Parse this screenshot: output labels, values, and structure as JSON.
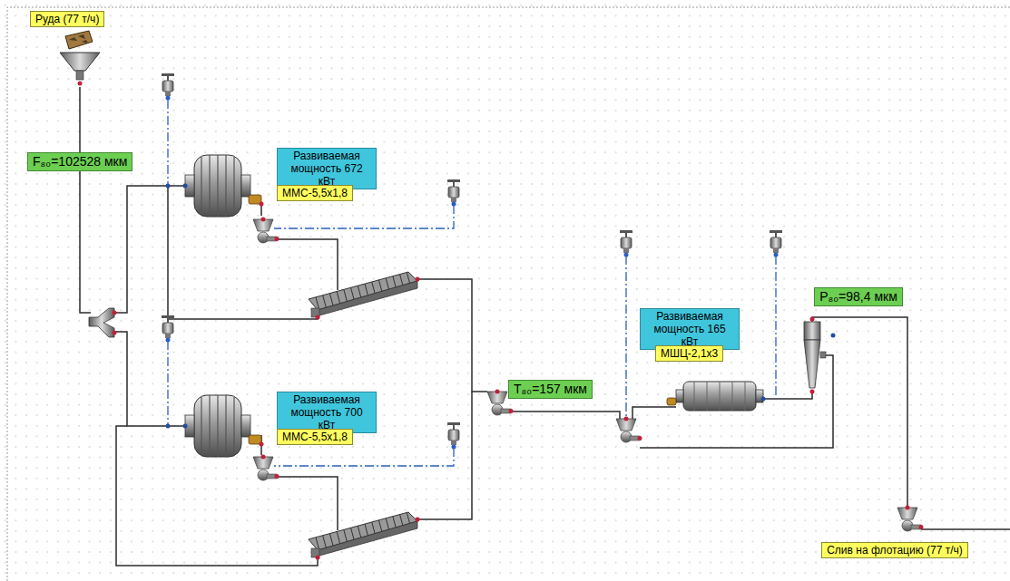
{
  "diagram": {
    "nodes": [
      {
        "text": [
          "Руда (77 т/ч)"
        ]
      },
      {
        "text": [
          "F₈₀=102528 мкм"
        ]
      },
      {
        "text": [
          "Развиваемая мощность 672 кВт"
        ]
      },
      {
        "text": [
          "ММС-5,5х1,8"
        ]
      },
      {
        "text": [
          "Развиваемая мощность 700 кВт"
        ]
      },
      {
        "text": [
          "ММС-5,5х1,8"
        ]
      },
      {
        "text": [
          "T₈₀=157 мкм"
        ]
      },
      {
        "text": [
          "Развиваемая мощность 165 кВт"
        ]
      },
      {
        "text": [
          "МШЦ-2,1х3"
        ]
      },
      {
        "text": [
          "P₈₀=98,4 мкм"
        ]
      },
      {
        "text": [
          "Слив на флотацию (77 т/ч)"
        ]
      }
    ]
  }
}
